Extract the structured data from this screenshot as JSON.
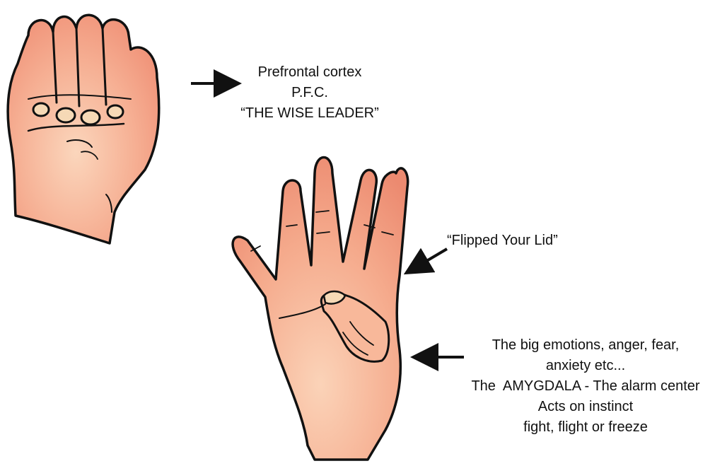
{
  "colors": {
    "skin_light": "#fbd3b8",
    "skin_mid": "#f6ae91",
    "skin_dark": "#ee8a72",
    "nail": "#f6d9b6",
    "outline": "#111111"
  },
  "labels": {
    "pfc": {
      "line1": "Prefrontal cortex",
      "line2": "P.F.C.",
      "line3": "“THE WISE LEADER”"
    },
    "lid": {
      "line1": "“Flipped Your Lid”"
    },
    "amygdala": {
      "line1": "The big emotions, anger, fear,",
      "line2": "anxiety etc...",
      "line3": "The  AMYGDALA - The alarm center",
      "line4": "Acts on instinct",
      "line5": "fight, flight or freeze"
    }
  }
}
